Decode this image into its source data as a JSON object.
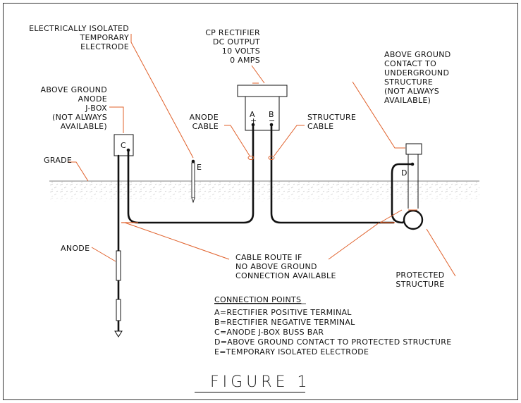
{
  "labels": {
    "electrode": [
      "ELECTRICALLY ISOLATED",
      "TEMPORARY",
      "ELECTRODE"
    ],
    "rectifier": [
      "CP RECTIFIER",
      "DC OUTPUT",
      "10 VOLTS",
      "0 AMPS"
    ],
    "above_ground_contact": [
      "ABOVE GROUND",
      "CONTACT TO",
      "UNDERGROUND",
      "STRUCTURE",
      "(NOT ALWAYS",
      "AVAILABLE)"
    ],
    "jbox": [
      "ABOVE GROUND",
      "ANODE",
      "J-BOX",
      "(NOT ALWAYS",
      "AVAILABLE)"
    ],
    "anode_cable": [
      "ANODE",
      "CABLE"
    ],
    "structure_cable": [
      "STRUCTURE",
      "CABLE"
    ],
    "grade": "GRADE",
    "anode": "ANODE",
    "cable_route": [
      "CABLE ROUTE IF",
      "NO ABOVE GROUND",
      "CONNECTION AVAILABLE"
    ],
    "protected_structure": [
      "PROTECTED",
      "STRUCTURE"
    ]
  },
  "points": {
    "a": "A",
    "b": "B",
    "c": "C",
    "d": "D",
    "e": "E",
    "plus": "+",
    "minus": "−"
  },
  "legend": {
    "title": "CONNECTION POINTS",
    "items": [
      "A=RECTIFIER POSITIVE TERMINAL",
      "B=RECTIFIER NEGATIVE TERMINAL",
      "C=ANODE J-BOX BUSS BAR",
      "D=ABOVE GROUND CONTACT TO PROTECTED STRUCTURE",
      "E=TEMPORARY ISOLATED ELECTRODE"
    ]
  },
  "figure_caption": "FIGURE 1",
  "colors": {
    "leader": "#e0602a",
    "line": "#111111"
  }
}
